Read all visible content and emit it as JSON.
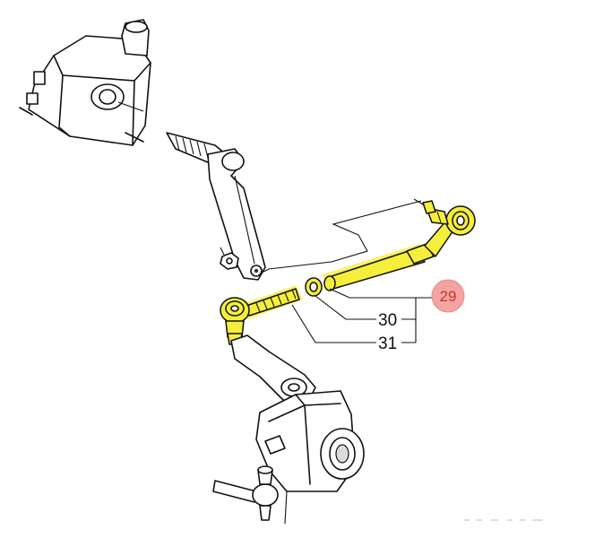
{
  "callouts": {
    "tie_rod_assembly": "29",
    "washer": "30",
    "ball_joint_end": "31"
  },
  "colors": {
    "highlight": "#f5ee3a",
    "callout_badge": "#f4a3a3",
    "callout_text": "#c0392b"
  }
}
